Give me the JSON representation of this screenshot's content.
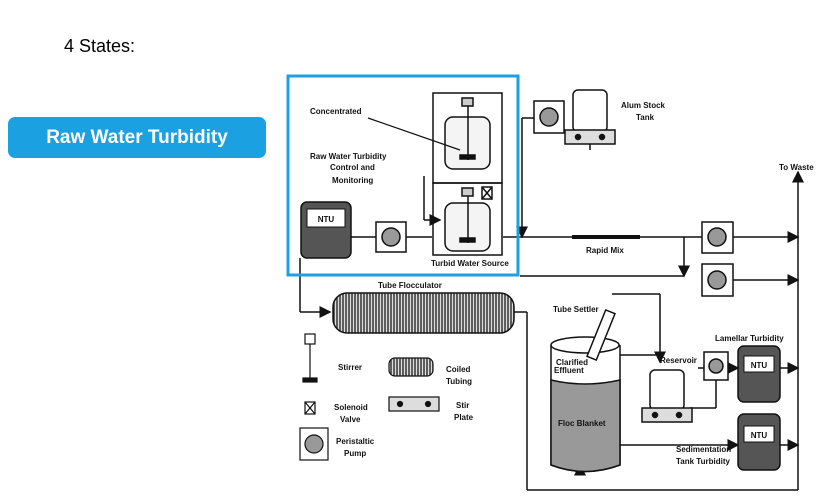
{
  "slide": {
    "title": "4 States:",
    "active_state": "Raw Water Turbidity"
  },
  "diagram": {
    "labels": {
      "concentrated": "Concentrated",
      "raw_control_1": "Raw Water Turbidity",
      "raw_control_2": "Control and",
      "raw_control_3": "Monitoring",
      "turbid_source": "Turbid Water Source",
      "alum_1": "Alum Stock",
      "alum_2": "Tank",
      "to_waste": "To Waste",
      "rapid_mix": "Rapid Mix",
      "tube_flocculator": "Tube Flocculator",
      "tube_settler": "Tube Settler",
      "clarified_1": "Clarified",
      "clarified_2": "Effluent",
      "floc_blanket": "Floc Blanket",
      "reservoir": "Reservoir",
      "lamellar": "Lamellar Turbidity",
      "sed_1": "Sedimentation",
      "sed_2": "Tank Turbidity",
      "ntu": "NTU"
    },
    "legend": {
      "stirrer": "Stirrer",
      "coiled_1": "Coiled",
      "coiled_2": "Tubing",
      "solenoid_1": "Solenoid",
      "solenoid_2": "Valve",
      "stir_1": "Stir",
      "stir_2": "Plate",
      "peristaltic_1": "Peristaltic",
      "peristaltic_2": "Pump"
    },
    "highlight_color": "#1ba1e2"
  }
}
